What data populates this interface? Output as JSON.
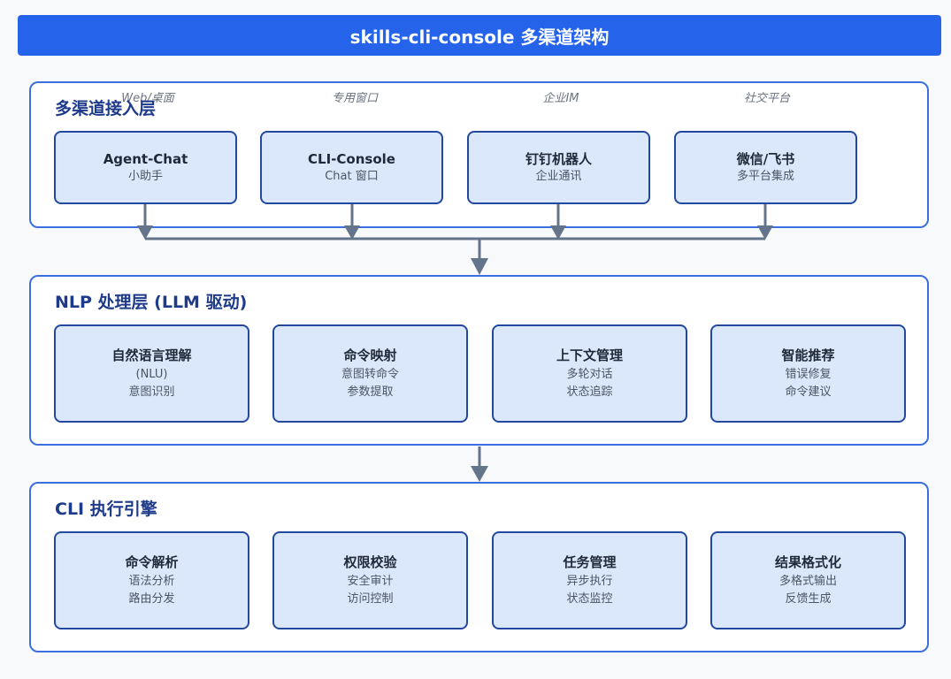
{
  "title": "skills-cli-console 多渠道架构",
  "layers": [
    {
      "title": "多渠道接入层",
      "channel_labels": [
        "Web/桌面",
        "专用窗口",
        "企业IM",
        "社交平台"
      ],
      "boxes": [
        {
          "title": "Agent-Chat",
          "lines": [
            "小助手"
          ]
        },
        {
          "title": "CLI-Console",
          "lines": [
            "Chat 窗口"
          ]
        },
        {
          "title": "钉钉机器人",
          "lines": [
            "企业通讯"
          ]
        },
        {
          "title": "微信/飞书",
          "lines": [
            "多平台集成"
          ]
        }
      ]
    },
    {
      "title": "NLP 处理层 (LLM 驱动)",
      "boxes": [
        {
          "title": "自然语言理解",
          "lines": [
            "(NLU)",
            "意图识别"
          ]
        },
        {
          "title": "命令映射",
          "lines": [
            "意图转命令",
            "参数提取"
          ]
        },
        {
          "title": "上下文管理",
          "lines": [
            "多轮对话",
            "状态追踪"
          ]
        },
        {
          "title": "智能推荐",
          "lines": [
            "错误修复",
            "命令建议"
          ]
        }
      ]
    },
    {
      "title": "CLI 执行引擎",
      "boxes": [
        {
          "title": "命令解析",
          "lines": [
            "语法分析",
            "路由分发"
          ]
        },
        {
          "title": "权限校验",
          "lines": [
            "安全审计",
            "访问控制"
          ]
        },
        {
          "title": "任务管理",
          "lines": [
            "异步执行",
            "状态监控"
          ]
        },
        {
          "title": "结果格式化",
          "lines": [
            "多格式输出",
            "反馈生成"
          ]
        }
      ]
    }
  ],
  "colors": {
    "title_bg": "#2563eb",
    "layer_border": "#3b6fe0",
    "box_fill": "#dbe8fb",
    "box_border": "#2348a0",
    "arrow": "#64748b"
  }
}
